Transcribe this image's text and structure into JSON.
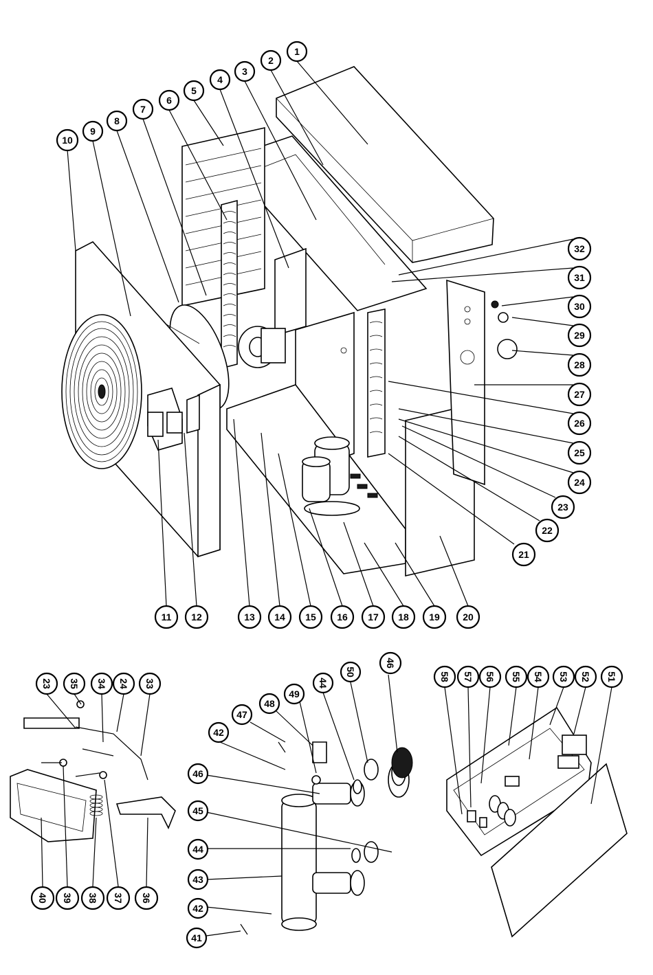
{
  "main_labels": [
    "1",
    "2",
    "3",
    "4",
    "5",
    "6",
    "7",
    "8",
    "9",
    "10",
    "11",
    "12",
    "13",
    "14",
    "15",
    "16",
    "17",
    "18",
    "19",
    "20",
    "21",
    "22",
    "23",
    "24",
    "25",
    "26",
    "27",
    "28",
    "29",
    "30",
    "31",
    "32"
  ],
  "pipe_labels": [
    "23",
    "35",
    "34",
    "24",
    "33",
    "40",
    "39",
    "38",
    "37",
    "36"
  ],
  "exchanger_labels": [
    "41",
    "42",
    "42",
    "43",
    "44",
    "44",
    "45",
    "46",
    "46",
    "47",
    "48",
    "49",
    "50"
  ],
  "controller_labels": [
    "51",
    "52",
    "53",
    "54",
    "55",
    "56",
    "57",
    "58"
  ],
  "colors": {
    "ink": "#000000",
    "paper": "#ffffff"
  }
}
